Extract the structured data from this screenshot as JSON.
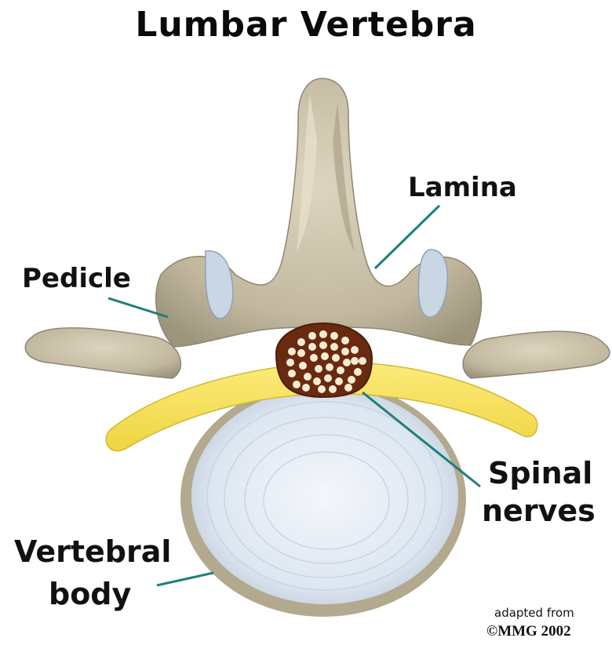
{
  "title": "Lumbar Vertebra",
  "labels": {
    "lamina": "Lamina",
    "pedicle": "Pedicle",
    "spinal_nerves_line1": "Spinal",
    "spinal_nerves_line2": "nerves",
    "vertebral_body_line1": "Vertebral",
    "vertebral_body_line2": "body"
  },
  "credit": {
    "line1": "adapted from",
    "line2": "©MMG 2002"
  },
  "colors": {
    "bone": "#c9bfa9",
    "bone_shadow": "#8f8670",
    "ligament": "#f5e05a",
    "disc": "#dfe7f2",
    "nerve_sheath": "#6a2a10",
    "nerve_fiber": "#f3ecd2",
    "leader_line": "#1e7f7a"
  }
}
